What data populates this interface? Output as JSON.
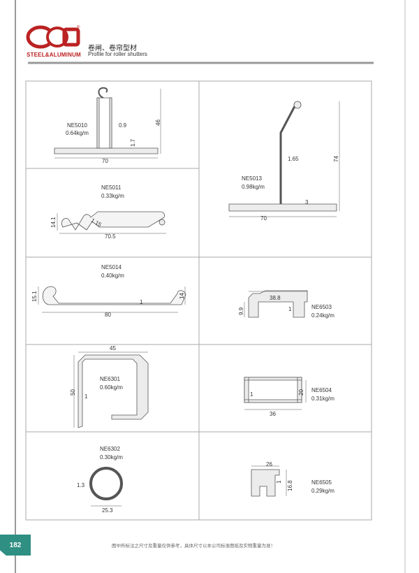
{
  "header": {
    "brand": "STEEL&ALUMINUM",
    "registered": "®",
    "title_cn": "卷闸、卷帘型材",
    "title_en": "Profile for roller shutters"
  },
  "profiles": [
    {
      "code": "NE5010",
      "weight": "0.64kg/m",
      "dims": [
        "0.9",
        "46",
        "1.7",
        "70"
      ]
    },
    {
      "code": "NE5011",
      "weight": "0.33kg/m",
      "dims": [
        "14.1",
        "1.15",
        "70.5"
      ]
    },
    {
      "code": "NE5014",
      "weight": "0.40kg/m",
      "dims": [
        "15.1",
        "1",
        "14",
        "80"
      ]
    },
    {
      "code": "NE6301",
      "weight": "0.60kg/m",
      "dims": [
        "45",
        "50",
        "1"
      ]
    },
    {
      "code": "NE6302",
      "weight": "0.30kg/m",
      "dims": [
        "1.3",
        "25.3"
      ]
    },
    {
      "code": "NE5013",
      "weight": "0.98kg/m",
      "dims": [
        "1.65",
        "74",
        "3",
        "70"
      ]
    },
    {
      "code": "NE6503",
      "weight": "0.24kg/m",
      "dims": [
        "38.8",
        "9.9",
        "1"
      ]
    },
    {
      "code": "NE6504",
      "weight": "0.31kg/m",
      "dims": [
        "20",
        "1",
        "36"
      ]
    },
    {
      "code": "NE6505",
      "weight": "0.29kg/m",
      "dims": [
        "26",
        "1",
        "16.8"
      ]
    }
  ],
  "footer": {
    "page": "182",
    "note": "图中所标注之尺寸及重量仅供参考，具体尺寸以本公司标准图纸及实物重量为准！"
  }
}
